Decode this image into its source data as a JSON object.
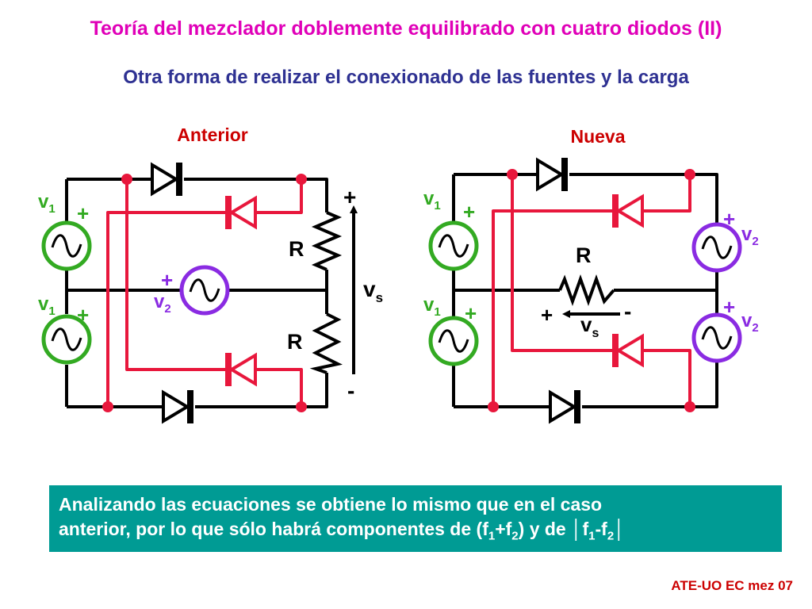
{
  "title": "Teoría del mezclador doblemente equilibrado con cuatro diodos (II)",
  "subtitle": "Otra forma de realizar el conexionado de las fuentes y la carga",
  "left_circuit": {
    "heading": "Anterior",
    "source1_symbol": "v",
    "source1_sub": "1",
    "source2_symbol": "v",
    "source2_sub": "2",
    "plus": "+",
    "minus": "-",
    "resistor_label": "R",
    "output_symbol": "v",
    "output_sub": "s"
  },
  "right_circuit": {
    "heading": "Nueva",
    "source1_symbol": "v",
    "source1_sub": "1",
    "source2_symbol": "v",
    "source2_sub": "2",
    "plus": "+",
    "minus": "-",
    "resistor_label": "R",
    "output_symbol": "v",
    "output_sub": "s"
  },
  "info_box": {
    "line1": "Analizando las ecuaciones se obtiene lo mismo que en el caso",
    "line2_start": "anterior, por lo que sólo habrá componentes de (f",
    "sub1": "1",
    "plus": "+f",
    "sub2": "2",
    "mid": ") y de ",
    "abs_open": "│",
    "f1": "f",
    "sub3": "1",
    "minus": "-f",
    "sub4": "2",
    "abs_close": "│"
  },
  "footer": "ATE-UO EC mez 07",
  "colors": {
    "title": "#e000b8",
    "subtitle": "#2e3192",
    "heading": "#cc0000",
    "red_wire": "#e8173c",
    "v1_source": "#33aa22",
    "v2_source": "#8a2be2",
    "info_background": "#009b94",
    "footer": "#cc0000"
  }
}
